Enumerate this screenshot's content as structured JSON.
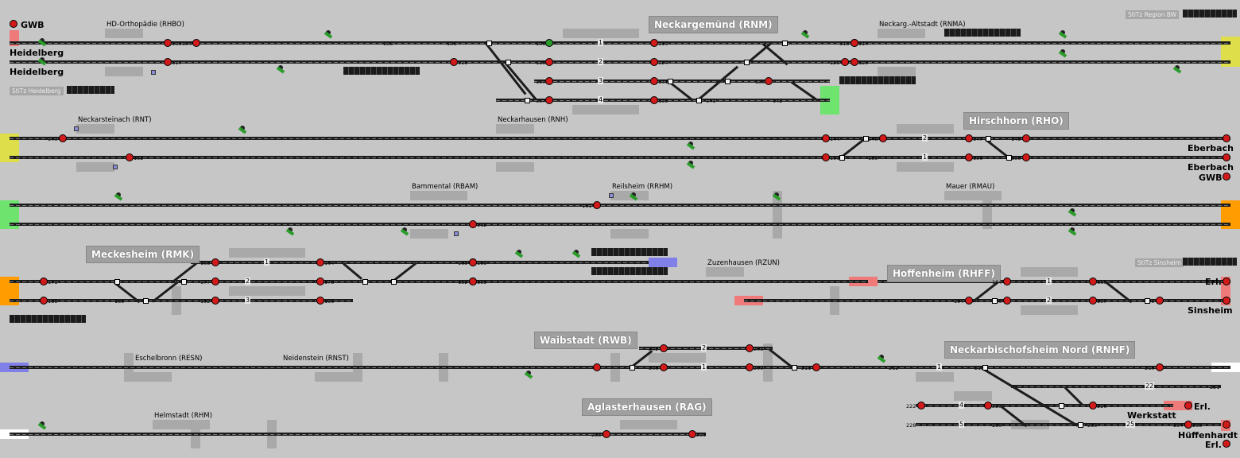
{
  "colors": {
    "bg": "#c6c6c6",
    "track": "#1c1c1c",
    "signal_red": "#d21a1a",
    "signal_green": "#2a9c2a",
    "end_yellow": "#dede4a",
    "end_green": "#6ee46e",
    "end_orange": "#ff9c00",
    "end_pink": "#ee7a7a",
    "end_blue": "#8080e8",
    "end_white": "#ffffff"
  },
  "stations": {
    "rnm": "Neckargemünd (RNM)",
    "rho": "Hirschhorn (RHO)",
    "rmk": "Meckesheim (RMK)",
    "rhff": "Hoffenheim (RHFF)",
    "rwb": "Waibstadt (RWB)",
    "rnhf": "Neckarbischofsheim Nord (RNHF)",
    "rag": "Aglasterhausen (RAG)"
  },
  "labels": {
    "rhbo": "HD-Orthopädie (RHBO)",
    "rnma": "Neckarg.-Altstadt (RNMA)",
    "rnt": "Neckarsteinach (RNT)",
    "rnh": "Neckarhausen (RNH)",
    "rbam": "Bammental (RBAM)",
    "rrhm": "Reilsheim (RRHM)",
    "rmau": "Mauer (RMAU)",
    "rzun": "Zuzenhausen (RZUN)",
    "resn": "Eschelbronn (RESN)",
    "rnst": "Neidenstein (RNST)",
    "rhm": "Helmstadt (RHM)"
  },
  "stitz": {
    "bw": "StiTz Region BW",
    "heidelberg": "StiTz Heidelberg",
    "sinsheim": "StiTz Sinsheim"
  },
  "destinations": {
    "gwb1": "GWB",
    "heidelberg1": "Heidelberg",
    "heidelberg2": "Heidelberg",
    "eberbach1": "Eberbach",
    "eberbach2": "Eberbach",
    "gwb2": "GWB",
    "erl1": "Erl.",
    "sinsheim": "Sinsheim",
    "erl2": "Erl.",
    "werkstatt": "Werkstatt",
    "hueffenhardt": "Hüffenhardt",
    "erl3": "Erl."
  },
  "signal_numbers": {
    "s103": "103",
    "s104": "104",
    "s105": "105",
    "s106": "106",
    "s117": "117",
    "s118": "118",
    "s109": "109",
    "s110": "110",
    "s123": "123",
    "s124": "124",
    "s130": "130",
    "s131": "131",
    "s137": "137",
    "s138": "138",
    "s135": "135",
    "s141": "141",
    "s142": "142",
    "s113": "113",
    "s114": "114",
    "s128": "128",
    "s129": "129",
    "s143": "143",
    "s152": "152",
    "s144": "144",
    "s153": "153",
    "s146": "146",
    "s155": "155",
    "s147": "147",
    "s156": "156",
    "s149": "149",
    "s158": "158",
    "s161": "161",
    "s162": "162",
    "s163": "163",
    "s164": "164",
    "s168": "168",
    "s169": "169",
    "s177": "177",
    "s178": "178",
    "s182": "182",
    "s183": "183",
    "s192": "192",
    "s193": "193",
    "s171": "171",
    "s188": "188",
    "s189": "189",
    "s184": "184",
    "s185": "185",
    "s194": "194",
    "s196": "196",
    "s197": "197",
    "s198": "198",
    "s202": "202",
    "s203": "203",
    "s208": "208",
    "s209": "209",
    "s211": "211",
    "s212": "212",
    "s213": "213",
    "s215": "215",
    "s221": "221",
    "s222": "222",
    "s223": "223",
    "s226": "226",
    "s228": "228",
    "s230": "230",
    "s233": "233",
    "s234": "234",
    "s235": "235",
    "s238": "238",
    "s239": "239"
  },
  "track_numbers": {
    "rnm1": "1",
    "rnm2": "2",
    "rnm3": "3",
    "rnm4": "4",
    "rho2": "2",
    "rho1": "1",
    "rmk1": "1",
    "rmk2": "2",
    "rmk3": "3",
    "rhff1": "1",
    "rhff2": "2",
    "rwb2": "2",
    "rwb1": "1",
    "rnhf1": "1",
    "rnhf22": "22",
    "rnhf4": "4",
    "rnhf5": "5",
    "rnhf25": "25"
  }
}
